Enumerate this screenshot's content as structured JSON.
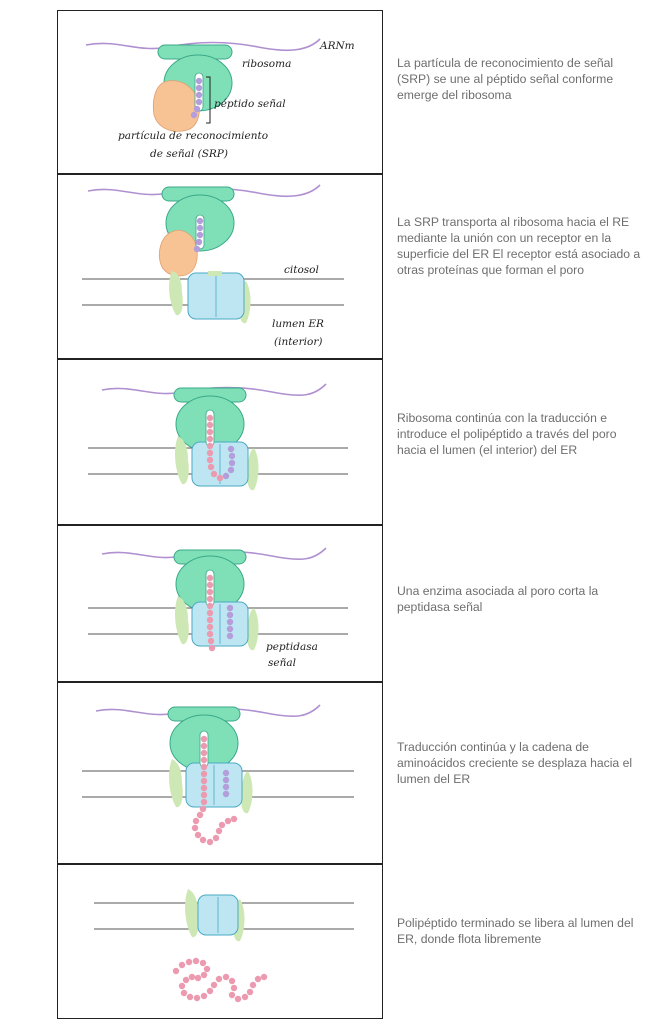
{
  "colors": {
    "ribosome": "#7fe0b8",
    "ribosome_stroke": "#3aa888",
    "srp": "#f7c294",
    "pore": "#bde6f2",
    "pore_stroke": "#4aaac4",
    "receptor": "#cde8b4",
    "mrna": "#b090d0",
    "signal_peptide": "#b39ddb",
    "polypeptide": "#ec9ab0",
    "membrane": "#777777"
  },
  "steps": [
    {
      "text": "La partícula de reconocimiento de señal (SRP) se une al péptido señal conforme emerge del ribosoma",
      "labels": {
        "mrna": "ARNm",
        "ribosome": "ribosoma",
        "signal_peptide": "péptido señal",
        "srp_line1": "partícula de reconocimiento",
        "srp_line2": "de señal (SRP)"
      }
    },
    {
      "text": "La SRP transporta al ribosoma hacia el RE mediante la unión con un receptor en la superficie del ER  El receptor está asociado a otras proteínas que forman el poro",
      "labels": {
        "cytosol": "citosol",
        "lumen_line1": "lumen ER",
        "lumen_line2": "(interior)"
      }
    },
    {
      "text": "Ribosoma continúa con la traducción e introduce el polipéptido a través del poro hacia el lumen (el interior) del  ER"
    },
    {
      "text": "Una enzima asociada al poro corta la peptidasa señal",
      "labels": {
        "peptidase_line1": "peptidasa",
        "peptidase_line2": "señal"
      }
    },
    {
      "text": "Traducción continúa y la cadena de aminoácidos creciente se desplaza hacia el lumen del ER"
    },
    {
      "text": "Polipéptido terminado se libera al lumen del ER, donde flota libremente"
    }
  ]
}
